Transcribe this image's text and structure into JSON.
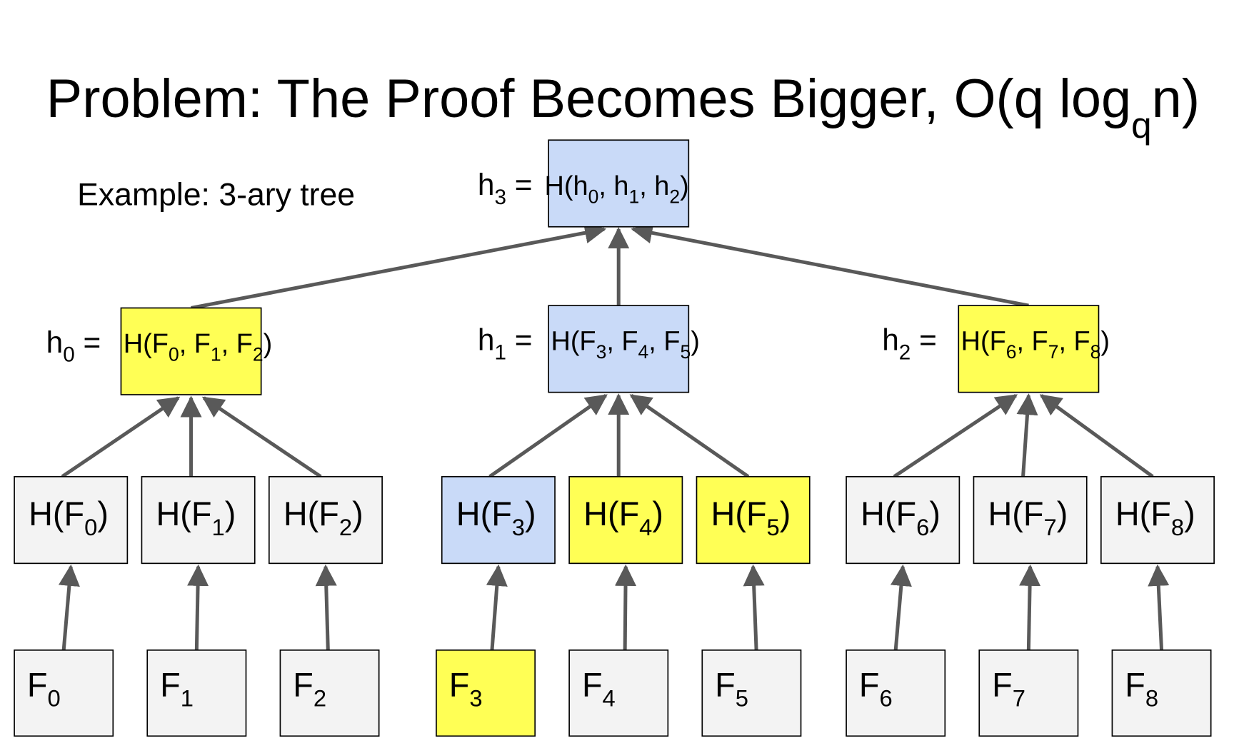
{
  "title": {
    "main": "Problem: The Proof Becomes Bigger, O(q log",
    "sub": "q",
    "end": "n)"
  },
  "example": "Example: 3-ary tree",
  "colors": {
    "gray": "#f3f3f3",
    "yellow": "#ffff55",
    "blue": "#c9daf8",
    "arrow": "#595959"
  },
  "top": {
    "prefix": [
      [
        "h",
        ""
      ],
      [
        "",
        "3"
      ],
      [
        " = ",
        ""
      ]
    ],
    "label": [
      [
        "H(h",
        ""
      ],
      [
        "",
        "0"
      ],
      [
        ", h",
        ""
      ],
      [
        "",
        "1"
      ],
      [
        ", h",
        ""
      ],
      [
        "",
        "2"
      ],
      [
        ")",
        ""
      ]
    ],
    "color": "blue"
  },
  "middle": [
    {
      "prefix": [
        [
          "h",
          ""
        ],
        [
          "",
          "0"
        ],
        [
          " = ",
          ""
        ]
      ],
      "label": [
        [
          "H(F",
          ""
        ],
        [
          "",
          "0"
        ],
        [
          ", F",
          ""
        ],
        [
          "",
          "1"
        ],
        [
          ", F",
          ""
        ],
        [
          "",
          "2"
        ],
        [
          ")",
          ""
        ]
      ],
      "color": "yellow"
    },
    {
      "prefix": [
        [
          "h",
          ""
        ],
        [
          "",
          "1"
        ],
        [
          " = ",
          ""
        ]
      ],
      "label": [
        [
          "H(F",
          ""
        ],
        [
          "",
          "3"
        ],
        [
          ", F",
          ""
        ],
        [
          "",
          "4"
        ],
        [
          ", F",
          ""
        ],
        [
          "",
          "5"
        ],
        [
          ")",
          ""
        ]
      ],
      "color": "blue"
    },
    {
      "prefix": [
        [
          "h",
          ""
        ],
        [
          "",
          "2"
        ],
        [
          " = ",
          ""
        ]
      ],
      "label": [
        [
          "H(F",
          ""
        ],
        [
          "",
          "6"
        ],
        [
          ", F",
          ""
        ],
        [
          "",
          "7"
        ],
        [
          ", F",
          ""
        ],
        [
          "",
          "8"
        ],
        [
          ")",
          ""
        ]
      ],
      "color": "yellow"
    }
  ],
  "hashes": [
    {
      "label": [
        [
          "H(F",
          ""
        ],
        [
          "",
          "0"
        ],
        [
          ")",
          ""
        ]
      ],
      "color": "gray"
    },
    {
      "label": [
        [
          "H(F",
          ""
        ],
        [
          "",
          "1"
        ],
        [
          ")",
          ""
        ]
      ],
      "color": "gray"
    },
    {
      "label": [
        [
          "H(F",
          ""
        ],
        [
          "",
          "2"
        ],
        [
          ")",
          ""
        ]
      ],
      "color": "gray"
    },
    {
      "label": [
        [
          "H(F",
          ""
        ],
        [
          "",
          "3"
        ],
        [
          ")",
          ""
        ]
      ],
      "color": "blue"
    },
    {
      "label": [
        [
          "H(F",
          ""
        ],
        [
          "",
          "4"
        ],
        [
          ")",
          ""
        ]
      ],
      "color": "yellow"
    },
    {
      "label": [
        [
          "H(F",
          ""
        ],
        [
          "",
          "5"
        ],
        [
          ")",
          ""
        ]
      ],
      "color": "yellow"
    },
    {
      "label": [
        [
          "H(F",
          ""
        ],
        [
          "",
          "6"
        ],
        [
          ")",
          ""
        ]
      ],
      "color": "gray"
    },
    {
      "label": [
        [
          "H(F",
          ""
        ],
        [
          "",
          "7"
        ],
        [
          ")",
          ""
        ]
      ],
      "color": "gray"
    },
    {
      "label": [
        [
          "H(F",
          ""
        ],
        [
          "",
          "8"
        ],
        [
          ")",
          ""
        ]
      ],
      "color": "gray"
    }
  ],
  "files": [
    {
      "label": [
        [
          "F",
          ""
        ],
        [
          "",
          "0"
        ]
      ],
      "color": "gray"
    },
    {
      "label": [
        [
          "F",
          ""
        ],
        [
          "",
          "1"
        ]
      ],
      "color": "gray"
    },
    {
      "label": [
        [
          "F",
          ""
        ],
        [
          "",
          "2"
        ]
      ],
      "color": "gray"
    },
    {
      "label": [
        [
          "F",
          ""
        ],
        [
          "",
          "3"
        ]
      ],
      "color": "yellow"
    },
    {
      "label": [
        [
          "F",
          ""
        ],
        [
          "",
          "4"
        ]
      ],
      "color": "gray"
    },
    {
      "label": [
        [
          "F",
          ""
        ],
        [
          "",
          "5"
        ]
      ],
      "color": "gray"
    },
    {
      "label": [
        [
          "F",
          ""
        ],
        [
          "",
          "6"
        ]
      ],
      "color": "gray"
    },
    {
      "label": [
        [
          "F",
          ""
        ],
        [
          "",
          "7"
        ]
      ],
      "color": "gray"
    },
    {
      "label": [
        [
          "F",
          ""
        ],
        [
          "",
          "8"
        ]
      ],
      "color": "gray"
    }
  ]
}
